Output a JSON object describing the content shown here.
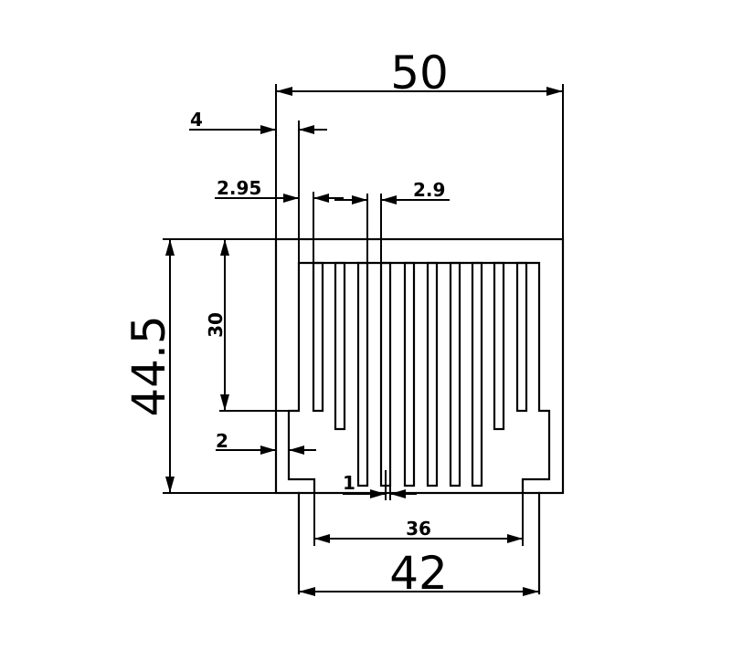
{
  "diagram": {
    "type": "technical-drawing",
    "subject": "heat sink profile",
    "line_color": "#000000",
    "background": "#ffffff"
  },
  "dimensions": {
    "overall_width": "50",
    "base_thickness": "4",
    "fin_thickness": "2.95",
    "fin_gap": "2.9",
    "overall_height": "44.5",
    "fin_height": "30",
    "side_wall": "2",
    "fin_tip": "1",
    "inner_width": "36",
    "outer_width": "42"
  }
}
